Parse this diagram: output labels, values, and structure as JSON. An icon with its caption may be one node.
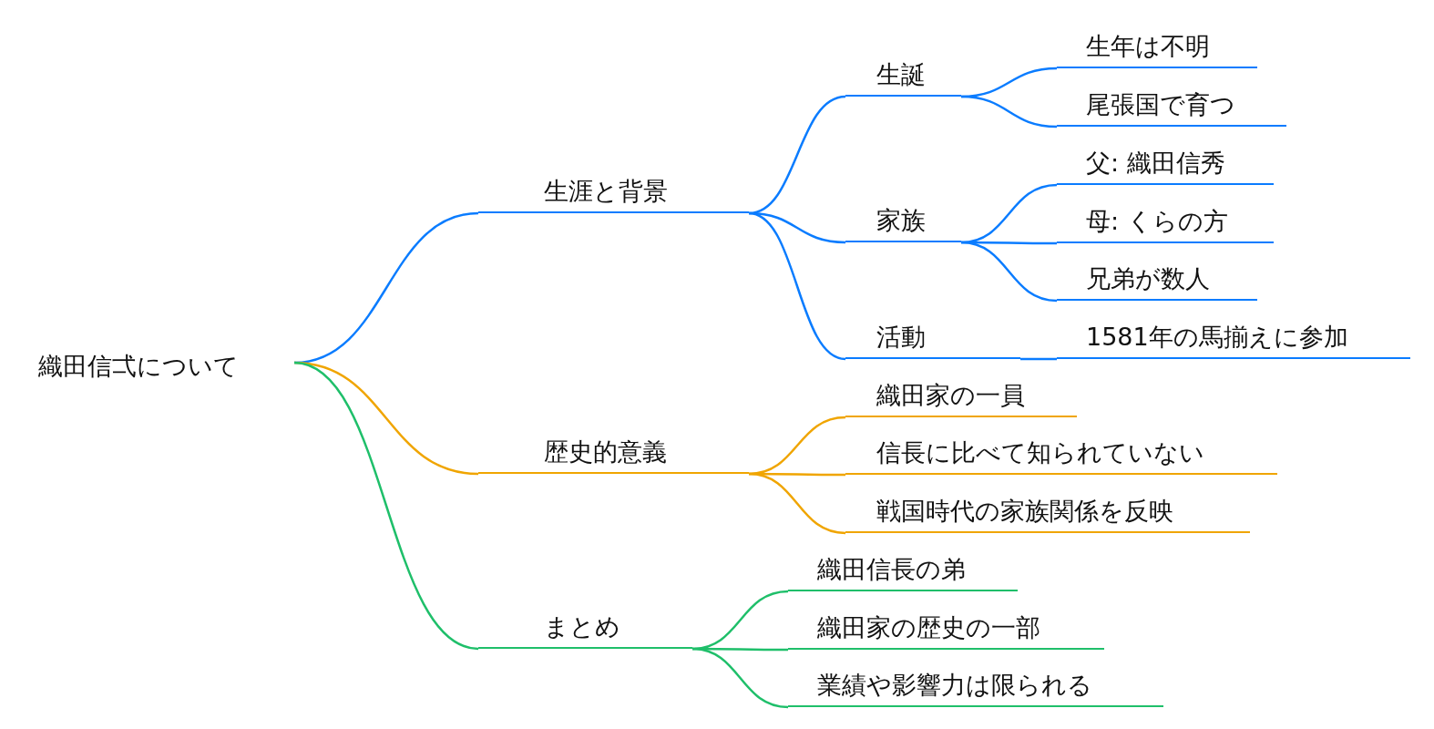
{
  "diagram": {
    "nodes": [
      {
        "text": [
          "織田信弌について"
        ]
      },
      {
        "text": [
          "生涯と背景"
        ]
      },
      {
        "text": [
          "生誕"
        ]
      },
      {
        "text": [
          "生年は不明"
        ]
      },
      {
        "text": [
          "尾張国で育つ"
        ]
      },
      {
        "text": [
          "家族"
        ]
      },
      {
        "text": [
          "父: 織田信秀"
        ]
      },
      {
        "text": [
          "母: くらの方"
        ]
      },
      {
        "text": [
          "兄弟が数人"
        ]
      },
      {
        "text": [
          "活動"
        ]
      },
      {
        "text": [
          "1581年の馬揃えに参加"
        ]
      },
      {
        "text": [
          "歴史的意義"
        ]
      },
      {
        "text": [
          "織田家の一員"
        ]
      },
      {
        "text": [
          "信長に比べて知られていない"
        ]
      },
      {
        "text": [
          "戦国時代の家族関係を反映"
        ]
      },
      {
        "text": [
          "まとめ"
        ]
      },
      {
        "text": [
          "織田信長の弟"
        ]
      },
      {
        "text": [
          "織田家の歴史の一部"
        ]
      },
      {
        "text": [
          "業績や影響力は限られる"
        ]
      }
    ],
    "edges": [
      {
        "from": 0,
        "to": 1,
        "arrow": "none"
      },
      {
        "from": 1,
        "to": 2,
        "arrow": "none"
      },
      {
        "from": 2,
        "to": 3,
        "arrow": "none"
      },
      {
        "from": 2,
        "to": 4,
        "arrow": "none"
      },
      {
        "from": 1,
        "to": 5,
        "arrow": "none"
      },
      {
        "from": 5,
        "to": 6,
        "arrow": "none"
      },
      {
        "from": 5,
        "to": 7,
        "arrow": "none"
      },
      {
        "from": 5,
        "to": 8,
        "arrow": "none"
      },
      {
        "from": 1,
        "to": 9,
        "arrow": "none"
      },
      {
        "from": 9,
        "to": 10,
        "arrow": "none"
      },
      {
        "from": 0,
        "to": 11,
        "arrow": "none",
        "color": "#f0a500"
      },
      {
        "from": 11,
        "to": 12,
        "arrow": "none",
        "color": "#f0a500"
      },
      {
        "from": 11,
        "to": 13,
        "arrow": "none",
        "color": "#f0a500"
      },
      {
        "from": 11,
        "to": 14,
        "arrow": "none",
        "color": "#f0a500"
      },
      {
        "from": 0,
        "to": 15,
        "arrow": "none",
        "color": "#1fbf6a"
      },
      {
        "from": 15,
        "to": 16,
        "arrow": "none",
        "color": "#1fbf6a"
      },
      {
        "from": 15,
        "to": 17,
        "arrow": "none",
        "color": "#1fbf6a"
      },
      {
        "from": 15,
        "to": 18,
        "arrow": "none",
        "color": "#1fbf6a"
      }
    ]
  }
}
